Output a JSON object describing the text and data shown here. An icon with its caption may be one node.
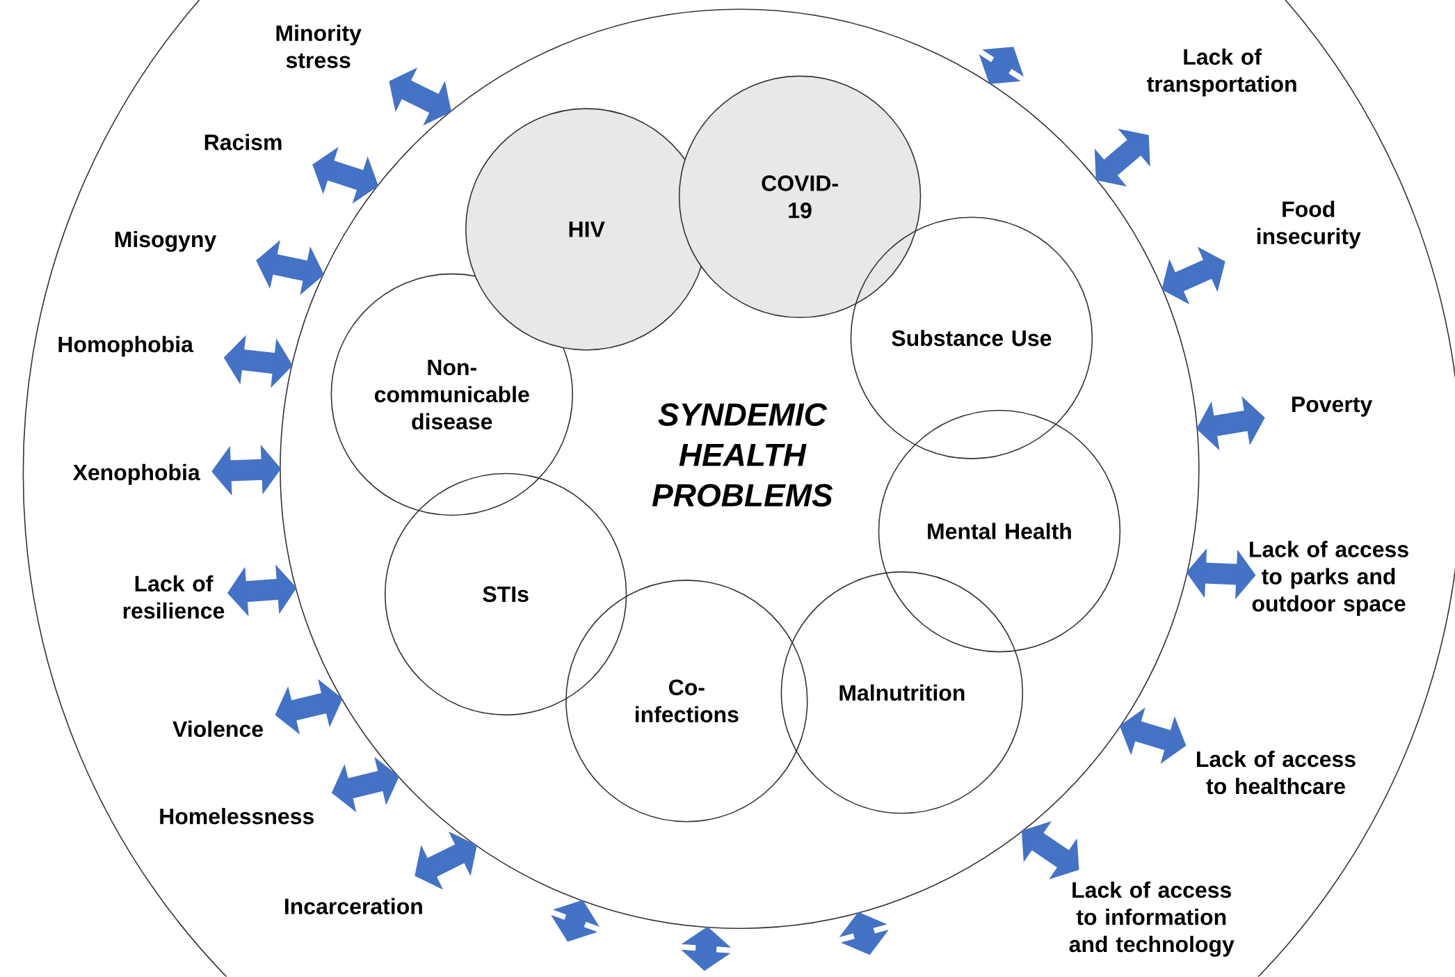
{
  "diagram": {
    "nodes": [
      {
        "text": [],
        "shape": "circle"
      },
      {
        "text": [
          "HIV"
        ],
        "in": 0
      },
      {
        "text": [
          "COVID-19"
        ],
        "in": 0
      },
      {
        "text": [
          "Non-communicable disease"
        ],
        "in": 0
      },
      {
        "text": [
          "Substance Use"
        ],
        "in": 0
      },
      {
        "text": [
          "Mental Health"
        ],
        "in": 0
      },
      {
        "text": [
          "STIs"
        ],
        "in": 0
      },
      {
        "text": [
          "Co-infections"
        ],
        "in": 0
      },
      {
        "text": [
          "Malnutrition"
        ],
        "in": 0
      },
      {
        "text": [
          "Minority stress"
        ]
      },
      {
        "text": [
          "Lack of transportation"
        ]
      },
      {
        "text": [
          "Racism"
        ]
      },
      {
        "text": [
          "Misogyny"
        ]
      },
      {
        "text": [
          "Food insecurity"
        ]
      },
      {
        "text": [
          "Homophobia"
        ]
      },
      {
        "text": [
          "Poverty"
        ]
      },
      {
        "text": [
          "Xenophobia"
        ]
      },
      {
        "text": [
          "Lack of access to parks and outdoor space"
        ]
      },
      {
        "text": [
          "Lack of resilience"
        ]
      },
      {
        "text": [
          "Violence"
        ]
      },
      {
        "text": [
          "Lack of access to healthcare"
        ]
      },
      {
        "text": [
          "Homelessness"
        ]
      },
      {
        "text": [
          "Incarceration"
        ]
      },
      {
        "text": [
          "Lack of access to information and technology"
        ]
      }
    ],
    "edges": [
      {
        "from": 9,
        "to": 0,
        "arrow": "both"
      },
      {
        "from": null,
        "to": 0,
        "arrow": "both"
      },
      {
        "from": 10,
        "to": 0,
        "arrow": "both"
      },
      {
        "from": 11,
        "to": 0,
        "arrow": "both"
      },
      {
        "from": 12,
        "to": 0,
        "arrow": "both"
      },
      {
        "from": 13,
        "to": 0,
        "arrow": "both"
      },
      {
        "from": 14,
        "to": 0,
        "arrow": "both"
      },
      {
        "from": 15,
        "to": 0,
        "arrow": "both"
      },
      {
        "from": 16,
        "to": 0,
        "arrow": "both"
      },
      {
        "from": 17,
        "to": 0,
        "arrow": "both"
      },
      {
        "from": 18,
        "to": 0,
        "arrow": "both"
      },
      {
        "from": 19,
        "to": 0,
        "arrow": "both"
      },
      {
        "from": 20,
        "to": 0,
        "arrow": "both"
      },
      {
        "from": 21,
        "to": 0,
        "arrow": "both"
      },
      {
        "from": 22,
        "to": 0,
        "arrow": "both"
      },
      {
        "from": null,
        "to": 0,
        "arrow": "both"
      },
      {
        "from": null,
        "to": 0,
        "arrow": "both"
      },
      {
        "from": null,
        "to": 0,
        "arrow": "both"
      },
      {
        "from": 23,
        "to": 0,
        "arrow": "both"
      }
    ],
    "labels": [
      "SYNDEMIC HEALTH PROBLEMS"
    ]
  }
}
